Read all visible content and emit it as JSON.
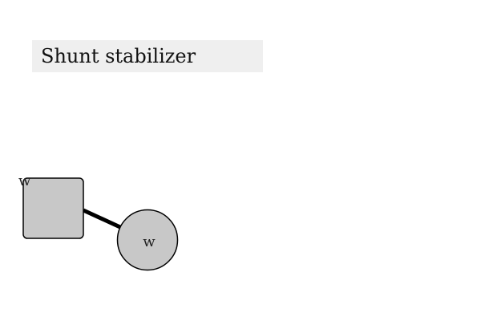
{
  "title": "Shunt stabilizer",
  "nodes": {
    "square": {
      "label": "w"
    },
    "circle": {
      "label": "w"
    }
  },
  "colors": {
    "title_background": "#efefef",
    "node_fill": "#c8c8c8",
    "node_stroke": "#000000",
    "edge": "#000000"
  }
}
